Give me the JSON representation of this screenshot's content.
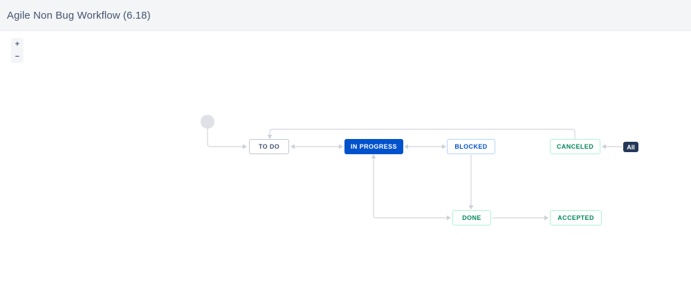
{
  "header": {
    "title": "Agile Non Bug Workflow (6.18)"
  },
  "zoom_controls": {
    "zoom_in_label": "+",
    "zoom_out_label": "−"
  },
  "workflow": {
    "statuses": {
      "todo": {
        "label": "TO DO",
        "category": "todo"
      },
      "in_progress": {
        "label": "IN PROGRESS",
        "category": "in-progress"
      },
      "blocked": {
        "label": "BLOCKED",
        "category": "in-progress-outline"
      },
      "canceled": {
        "label": "CANCELED",
        "category": "done"
      },
      "done": {
        "label": "DONE",
        "category": "done"
      },
      "accepted": {
        "label": "ACCEPTED",
        "category": "done"
      }
    },
    "all_badge": {
      "label": "All"
    },
    "transitions": [
      {
        "from": "start",
        "to": "todo",
        "bidirectional": false
      },
      {
        "from": "todo",
        "to": "in_progress",
        "bidirectional": true
      },
      {
        "from": "in_progress",
        "to": "blocked",
        "bidirectional": true
      },
      {
        "from": "canceled",
        "to": "todo",
        "bidirectional": false
      },
      {
        "from": "in_progress",
        "to": "done",
        "bidirectional": true
      },
      {
        "from": "blocked",
        "to": "done",
        "bidirectional": false
      },
      {
        "from": "done",
        "to": "accepted",
        "bidirectional": false
      },
      {
        "from": "all",
        "to": "canceled",
        "bidirectional": false
      }
    ],
    "colors": {
      "header_bg": "#f4f5f7",
      "title_text": "#44546f",
      "in_progress_bg": "#0052cc",
      "blocked_border": "#b3d4ff",
      "blocked_text": "#0052cc",
      "todo_border": "#c1c7d0",
      "todo_text": "#42526e",
      "done_border": "#abf5d1",
      "done_text": "#00875a",
      "edge": "#dfe1e6",
      "start_node": "#dfe1e6",
      "all_badge_bg": "#253858"
    }
  }
}
